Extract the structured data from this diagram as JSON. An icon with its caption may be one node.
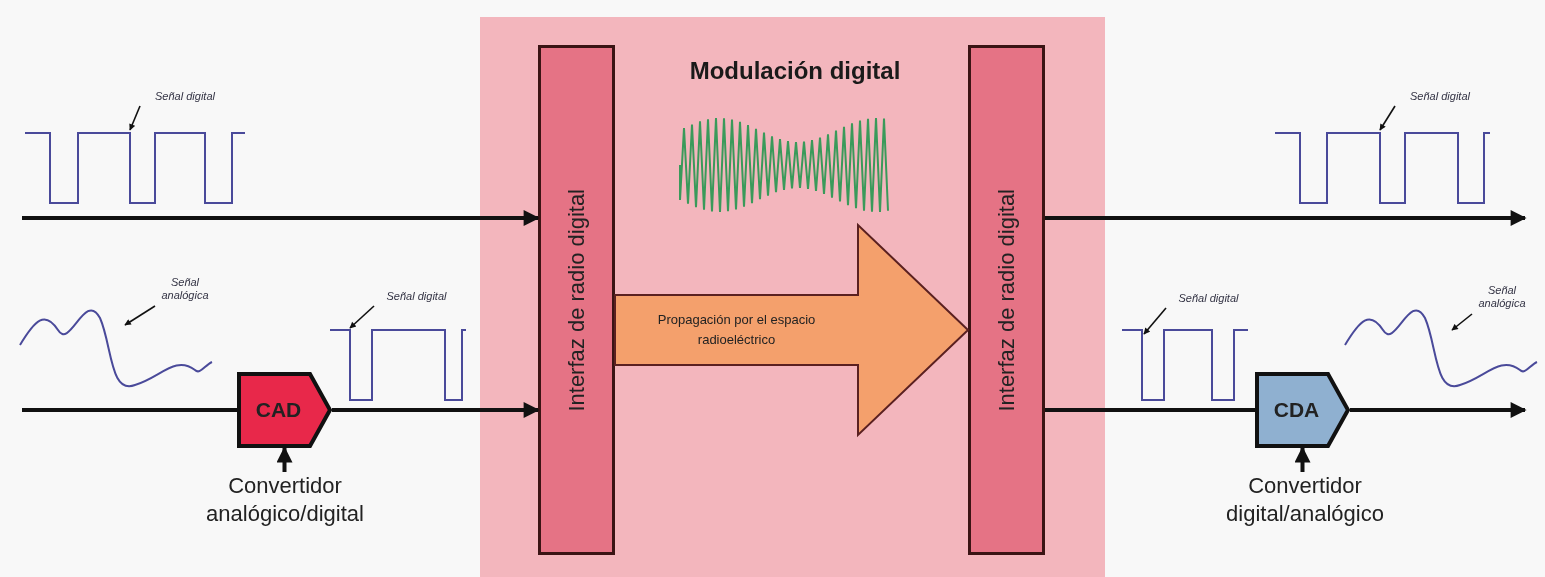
{
  "diagram": {
    "nodes": [
      {
        "text": [
          "Modulación digital"
        ]
      },
      {
        "text": [
          "Interfaz de radio digital"
        ],
        "in": 0
      },
      {
        "text": [
          "Interfaz de radio digital"
        ],
        "in": 0
      },
      {
        "text": [
          "Señal digital"
        ]
      },
      {
        "text": [
          "Señal analógica"
        ]
      },
      {
        "text": [
          "Señal digital"
        ]
      },
      {
        "text": [
          "CAD"
        ]
      },
      {
        "text": [
          "Convertidor analógico/digital"
        ]
      },
      {
        "text": [
          "Señal digital"
        ]
      },
      {
        "text": [
          "Señal digital"
        ]
      },
      {
        "text": [
          "Señal analógica"
        ]
      },
      {
        "text": [
          "CDA"
        ]
      },
      {
        "text": [
          "Convertidor digital/analógico"
        ]
      }
    ],
    "edges": [
      {
        "from": null,
        "to": 1,
        "arrow": "to"
      },
      {
        "from": null,
        "to": 6,
        "arrow": "none"
      },
      {
        "from": 6,
        "to": 1,
        "arrow": "to"
      },
      {
        "from": 7,
        "to": 6,
        "arrow": "to"
      },
      {
        "from": 2,
        "to": null,
        "arrow": "to"
      },
      {
        "from": 2,
        "to": 11,
        "arrow": "none"
      },
      {
        "from": 11,
        "to": null,
        "arrow": "to"
      },
      {
        "from": 12,
        "to": 11,
        "arrow": "to"
      },
      {
        "from": 1,
        "to": 2,
        "arrow": "to",
        "label": "Propagación por el espacio radioeléctrico",
        "style": "thick",
        "color": "#f4a06c"
      },
      {
        "from": 3,
        "to": null,
        "arrow": "to"
      },
      {
        "from": 4,
        "to": null,
        "arrow": "to"
      },
      {
        "from": 5,
        "to": null,
        "arrow": "to"
      },
      {
        "from": 8,
        "to": null,
        "arrow": "to"
      },
      {
        "from": 9,
        "to": null,
        "arrow": "to"
      },
      {
        "from": 10,
        "to": null,
        "arrow": "to"
      }
    ]
  }
}
